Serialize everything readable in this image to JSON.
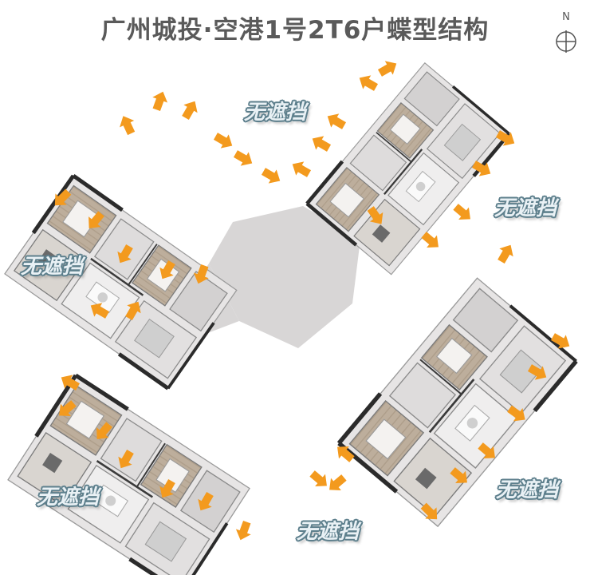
{
  "title": "广州城投·空港1号2T6户蝶型结构",
  "compass": {
    "label": "N"
  },
  "labels": {
    "top_center": "无遮挡",
    "right_upper": "无遮挡",
    "left_middle": "无遮挡",
    "bottom_left": "无遮挡",
    "bottom_center": "无遮挡",
    "bottom_right": "无遮挡"
  },
  "colors": {
    "arrow": "#f39a1e",
    "floor": "#e6e4e4",
    "core": "#d8d6d6",
    "wall": "#2b2b2b",
    "bedroom_wood": "#b9aa98",
    "label_fill": "#e9f1f5",
    "label_stroke": "#5d7f8c",
    "title": "#5a5a5a"
  },
  "icons": [
    "compass-icon",
    "sunlight-arrow-icon"
  ]
}
